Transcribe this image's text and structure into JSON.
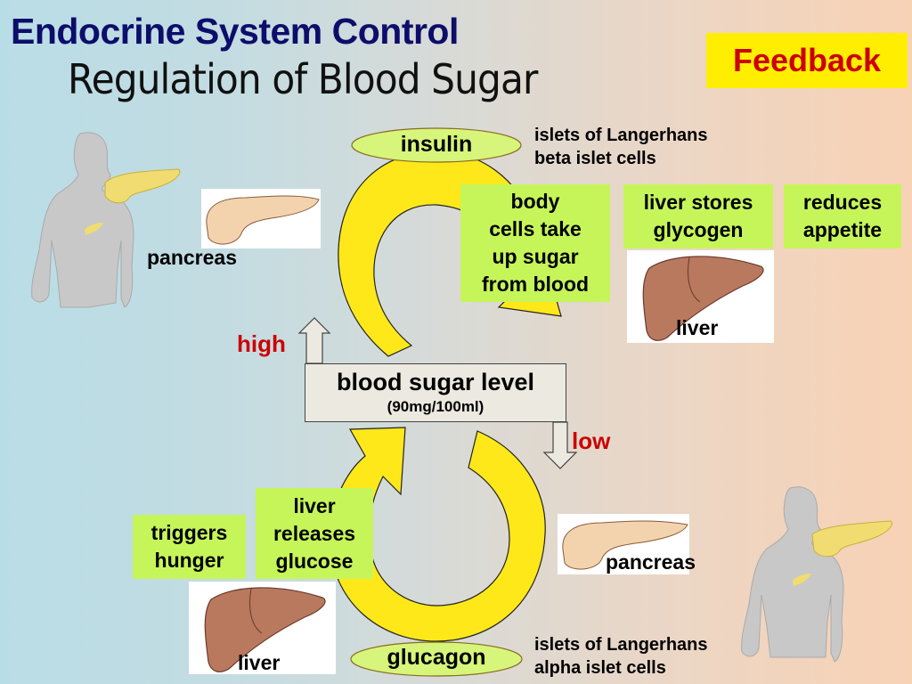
{
  "header": {
    "title": "Endocrine System Control",
    "subtitle": "Regulation of Blood Sugar",
    "badge": "Feedback"
  },
  "colors": {
    "title": "#0d0d6b",
    "badge_bg": "#ffee00",
    "badge_text": "#cc0000",
    "arrow_fill": "#ffe81a",
    "box_fill": "#c6f55a",
    "status_text": "#cc0000"
  },
  "center": {
    "main": "blood sugar level",
    "sub": "(90mg/100ml)",
    "high": "high",
    "low": "low"
  },
  "top_loop": {
    "hormone": "insulin",
    "source_line1": "islets of Langerhans",
    "source_line2": "beta islet cells",
    "pancreas_label": "pancreas",
    "liver_label": "liver",
    "effects": [
      {
        "lines": [
          "body",
          "cells take",
          "up sugar",
          "from blood"
        ]
      },
      {
        "lines": [
          "liver stores",
          "glycogen"
        ]
      },
      {
        "lines": [
          "reduces",
          "appetite"
        ]
      }
    ]
  },
  "bottom_loop": {
    "hormone": "glucagon",
    "source_line1": "islets of Langerhans",
    "source_line2": "alpha islet cells",
    "pancreas_label": "pancreas",
    "liver_label": "liver",
    "effects": [
      {
        "lines": [
          "triggers",
          "hunger"
        ]
      },
      {
        "lines": [
          "liver",
          "releases",
          "glucose"
        ]
      }
    ]
  },
  "icons": {
    "body_silhouette": "human-silhouette-icon",
    "pancreas": "pancreas-icon",
    "liver": "liver-icon"
  }
}
